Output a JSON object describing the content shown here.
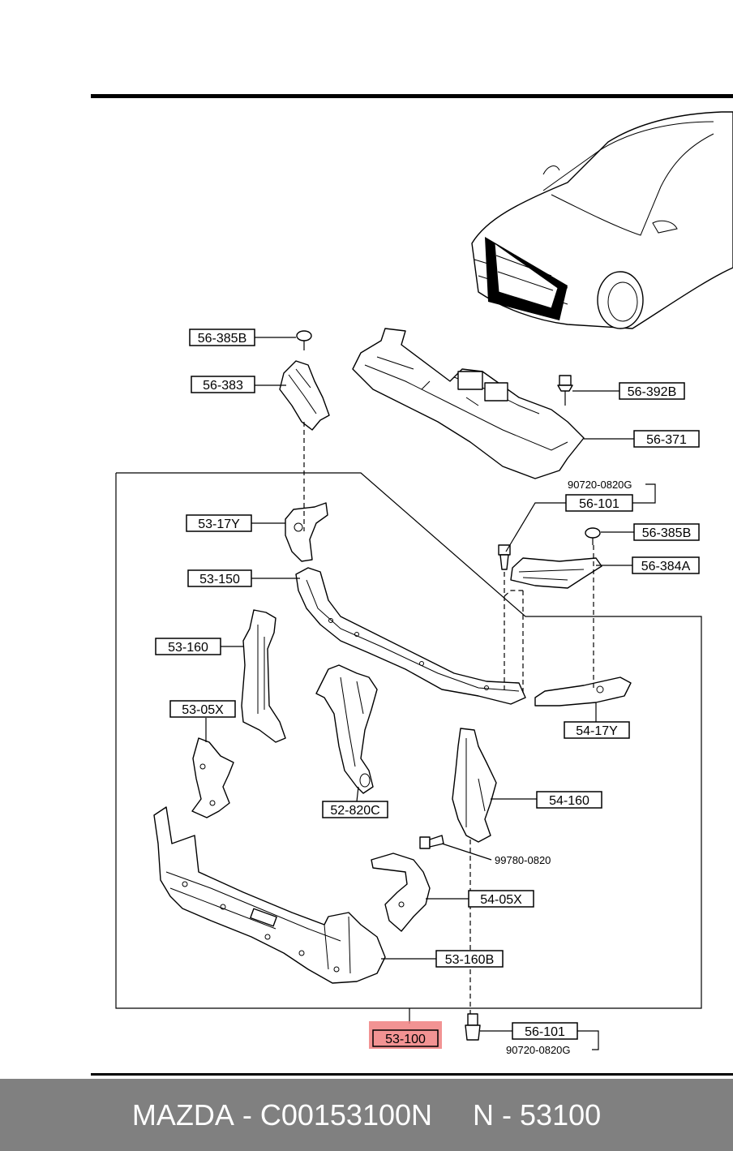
{
  "labels": {
    "l56_385B_top": "56-385B",
    "l56_383": "56-383",
    "l56_392B": "56-392B",
    "l56_371": "56-371",
    "l90720_top": "90720-0820G",
    "l56_101_top": "56-101",
    "l56_385B_right": "56-385B",
    "l56_384A": "56-384A",
    "l53_17Y": "53-17Y",
    "l53_150": "53-150",
    "l53_160": "53-160",
    "l53_05X": "53-05X",
    "l54_17Y": "54-17Y",
    "l52_820C": "52-820C",
    "l54_160": "54-160",
    "l99780": "99780-0820",
    "l54_05X": "54-05X",
    "l53_160B": "53-160B",
    "l53_100": "53-100",
    "l56_101_bottom": "56-101",
    "l90720_bottom": "90720-0820G"
  },
  "highlight_color": "#f08080",
  "footer": {
    "brand": "MAZDA",
    "code": "C00153100N",
    "part": "N - 53100"
  }
}
